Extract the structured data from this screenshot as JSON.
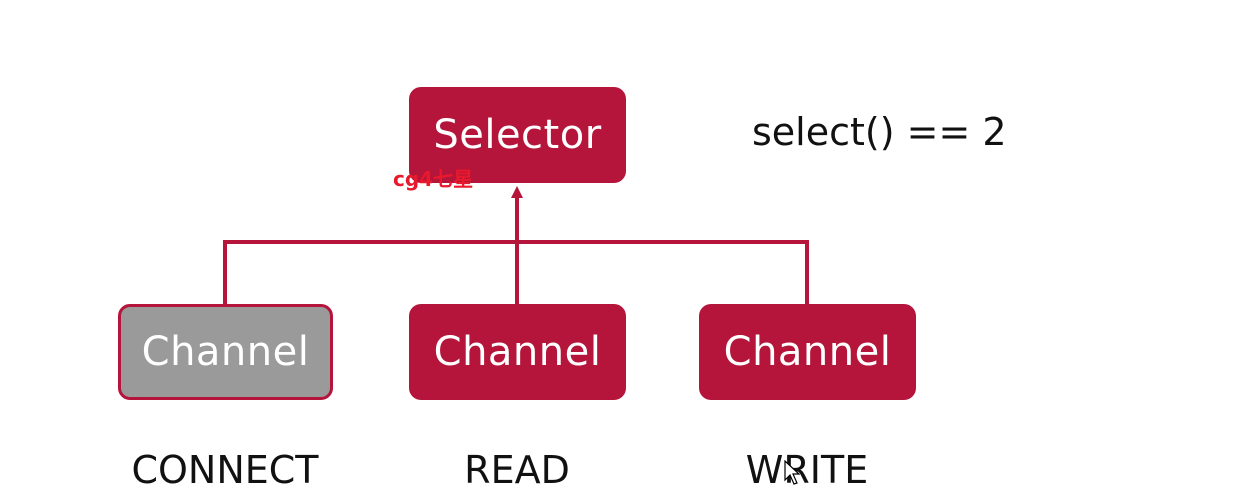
{
  "diagram": {
    "selector": {
      "label": "Selector"
    },
    "select_expression": "select() == 2",
    "channels": [
      {
        "label": "Channel",
        "operation": "CONNECT",
        "state": "inactive"
      },
      {
        "label": "Channel",
        "operation": "READ",
        "state": "active"
      },
      {
        "label": "Channel",
        "operation": "WRITE",
        "state": "active"
      }
    ]
  },
  "watermark": {
    "text": "cg4七星"
  },
  "colors": {
    "box_fill": "#b5153a",
    "inactive_fill": "#9a9a9a",
    "connector": "#b5153a",
    "text": "#111111",
    "watermark": "#e8192c"
  }
}
